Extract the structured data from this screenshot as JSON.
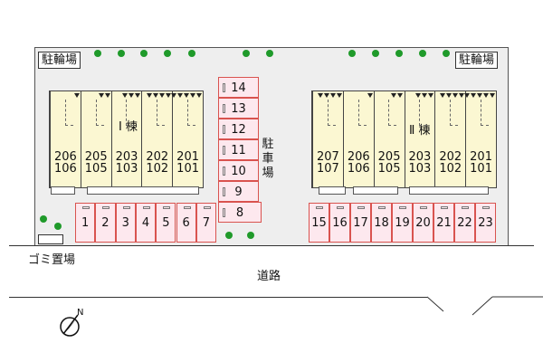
{
  "labels": {
    "bike_left": "駐輪場",
    "bike_right": "駐輪場",
    "parking_vertical": [
      "駐",
      "車",
      "場"
    ],
    "garbage": "ゴミ置場",
    "road": "道路"
  },
  "building_1": {
    "name": "I 棟",
    "units": [
      {
        "upper": "206",
        "lower": "106"
      },
      {
        "upper": "205",
        "lower": "105"
      },
      {
        "upper": "203",
        "lower": "103"
      },
      {
        "upper": "202",
        "lower": "102"
      },
      {
        "upper": "201",
        "lower": "101"
      }
    ]
  },
  "building_2": {
    "name": "Ⅱ 棟",
    "units": [
      {
        "upper": "207",
        "lower": "107"
      },
      {
        "upper": "206",
        "lower": "106"
      },
      {
        "upper": "205",
        "lower": "105"
      },
      {
        "upper": "203",
        "lower": "103"
      },
      {
        "upper": "202",
        "lower": "102"
      },
      {
        "upper": "201",
        "lower": "101"
      }
    ]
  },
  "parking": {
    "bottom_left": [
      "1",
      "2",
      "3",
      "4",
      "5",
      "6",
      "7"
    ],
    "vertical": [
      "14",
      "13",
      "12",
      "11",
      "10",
      "9",
      "8"
    ],
    "right": [
      "15",
      "16",
      "17",
      "18",
      "19",
      "20",
      "21",
      "22",
      "23"
    ]
  },
  "compass": {
    "north_label": "N"
  },
  "colors": {
    "tree": "#1f9a2a",
    "building_fill": "#fbf7d2",
    "parking_fill": "#fde8ee",
    "parking_border": "#d9534f",
    "site_fill": "#eeeeee"
  }
}
